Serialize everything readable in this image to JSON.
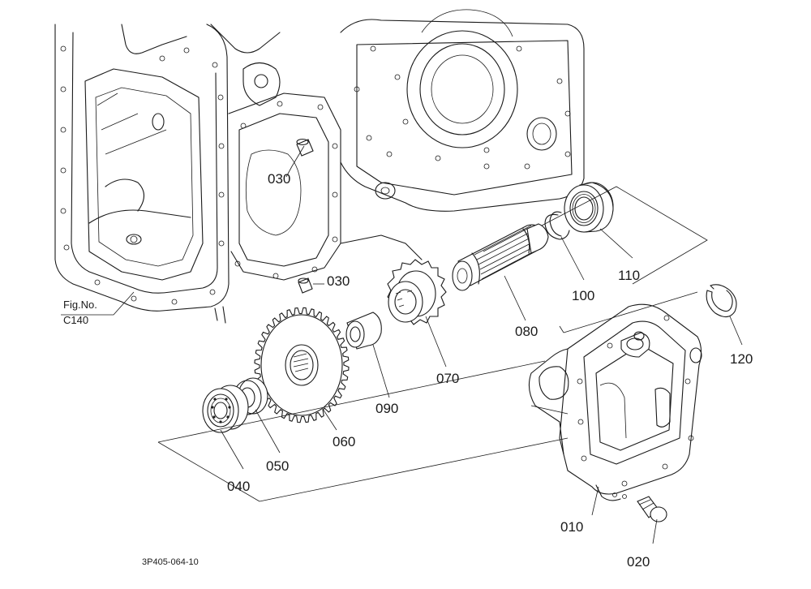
{
  "figure_ref": {
    "line1": "Fig.No.",
    "line2": "C140"
  },
  "drawing_code": "3P405-064-10",
  "parts": [
    {
      "id": "010",
      "name": "case"
    },
    {
      "id": "020",
      "name": "plug"
    },
    {
      "id": "030a",
      "label": "030",
      "name": "pin-upper"
    },
    {
      "id": "030b",
      "label": "030",
      "name": "pin-lower"
    },
    {
      "id": "040",
      "name": "bearing-left"
    },
    {
      "id": "050",
      "name": "thrust-washer"
    },
    {
      "id": "060",
      "name": "large-gear"
    },
    {
      "id": "070",
      "name": "small-gear"
    },
    {
      "id": "080",
      "name": "splined-shaft"
    },
    {
      "id": "090",
      "name": "collar"
    },
    {
      "id": "100",
      "name": "snap-ring-shaft"
    },
    {
      "id": "110",
      "name": "bearing-right"
    },
    {
      "id": "120",
      "name": "snap-ring-case"
    }
  ],
  "labels": {
    "p010": "010",
    "p020": "020",
    "p030a": "030",
    "p030b": "030",
    "p040": "040",
    "p050": "050",
    "p060": "060",
    "p070": "070",
    "p080": "080",
    "p090": "090",
    "p100": "100",
    "p110": "110",
    "p120": "120"
  }
}
